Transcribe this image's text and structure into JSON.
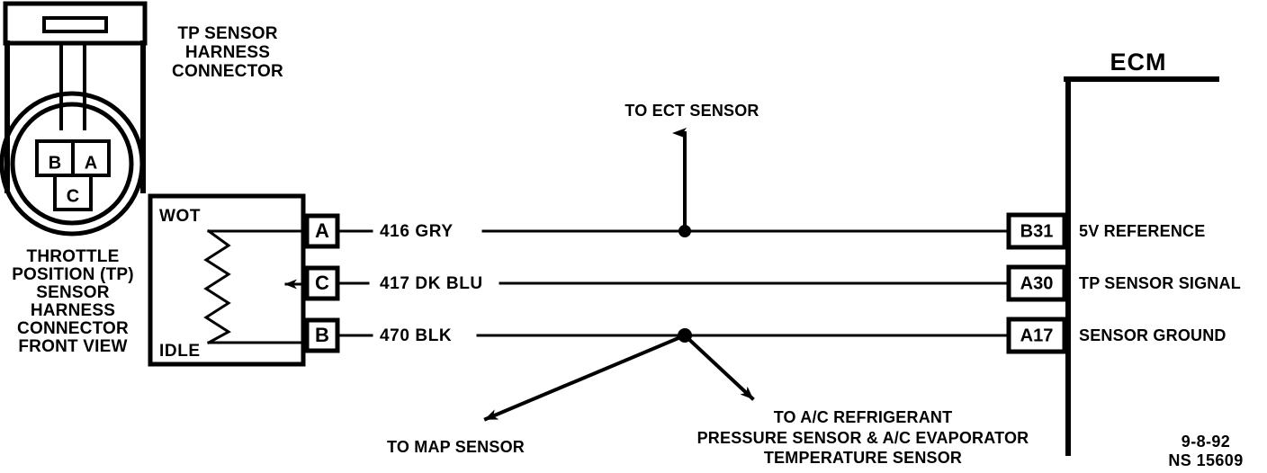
{
  "meta": {
    "title": "Throttle Position (TP) Sensor Wiring Diagram",
    "ink_color": "#000000",
    "background_color": "#ffffff"
  },
  "connector_view": {
    "caption_lines": [
      "THROTTLE",
      "POSITION (TP)",
      "SENSOR",
      "HARNESS",
      "CONNECTOR",
      "FRONT VIEW"
    ],
    "cavity_labels": [
      "B",
      "A",
      "C"
    ]
  },
  "harness_label": {
    "lines": [
      "TP SENSOR",
      "HARNESS",
      "CONNECTOR"
    ]
  },
  "sensor_block": {
    "top_label": "WOT",
    "bottom_label": "IDLE",
    "terminals": [
      "A",
      "C",
      "B"
    ]
  },
  "circuits": [
    {
      "terminal": "A",
      "wire_label": "416  GRY",
      "ecm_pin": "B31",
      "ecm_function": "5V REFERENCE"
    },
    {
      "terminal": "C",
      "wire_label": "417 DK BLU",
      "ecm_pin": "A30",
      "ecm_function": "TP SENSOR SIGNAL"
    },
    {
      "terminal": "B",
      "wire_label": "470  BLK",
      "ecm_pin": "A17",
      "ecm_function": "SENSOR GROUND"
    }
  ],
  "ecm": {
    "label": "ECM"
  },
  "annotations": {
    "ect": "TO ECT SENSOR",
    "map": "TO MAP SENSOR",
    "ac_lines": [
      "TO A/C REFRIGERANT",
      "PRESSURE SENSOR & A/C EVAPORATOR",
      "TEMPERATURE SENSOR"
    ]
  },
  "footer": {
    "date": "9-8-92",
    "part_number": "NS 15609"
  }
}
